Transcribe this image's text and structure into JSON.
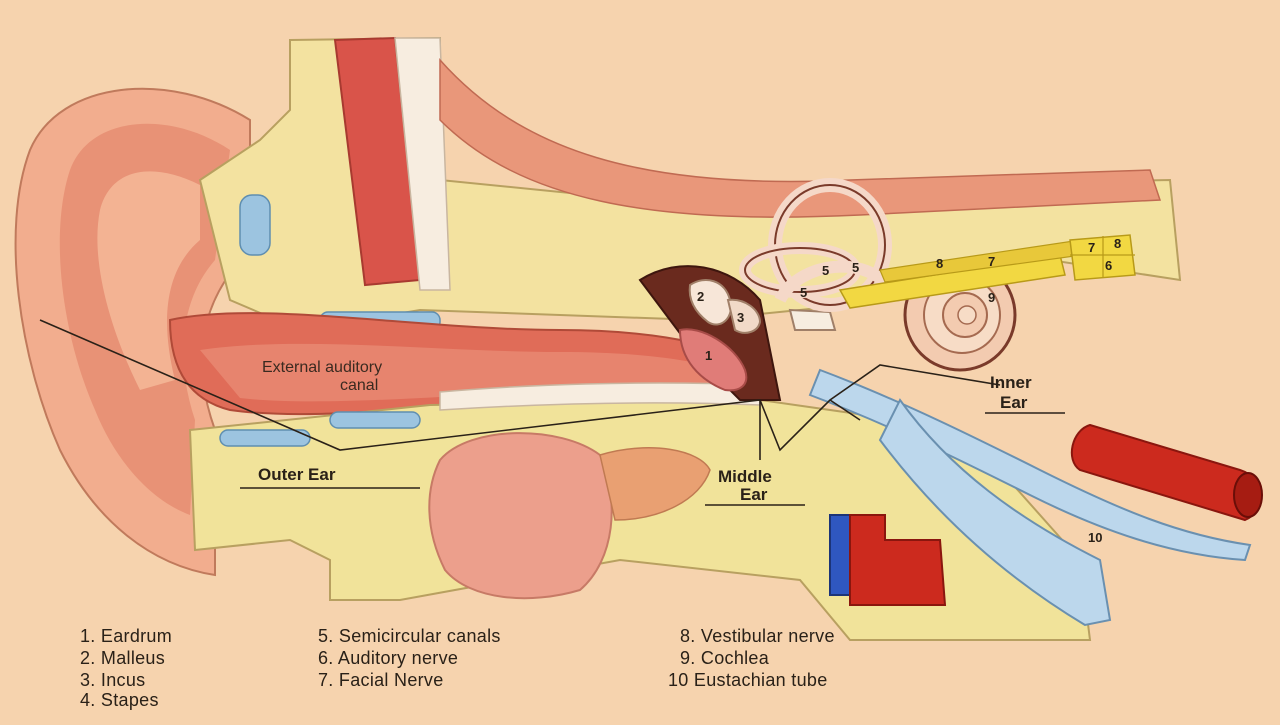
{
  "diagram": {
    "region_labels": {
      "outer": "Outer Ear",
      "middle_line1": "Middle",
      "middle_line2": "Ear",
      "inner_line1": "Inner",
      "inner_line2": "Ear",
      "canal_line1": "External auditory",
      "canal_line2": "canal"
    },
    "callouts": {
      "eardrum": "1",
      "malleus": "2",
      "incus": "3",
      "semicircular_a": "5",
      "semicircular_b": "5",
      "semicircular_c": "5",
      "vestibular": "8",
      "facial": "7",
      "cochlea": "9",
      "nerve_7": "7",
      "nerve_8": "8",
      "nerve_6": "6",
      "eustachian": "10"
    },
    "legend": [
      "1. Eardrum",
      "2. Malleus",
      "3. Incus",
      "4. Stapes",
      "5. Semicircular canals",
      "6. Auditory nerve",
      "7. Facial Nerve",
      "8. Vestibular nerve",
      "9. Cochlea",
      "10  Eustachian tube"
    ],
    "colors": {
      "background": "#f6d3ae",
      "skin": "#f0a98a",
      "muscle": "#d9544a",
      "bone": "#f2e47e",
      "artery": "#cc2a1e",
      "vein": "#2f57c0",
      "nerve": "#f2d842"
    }
  }
}
